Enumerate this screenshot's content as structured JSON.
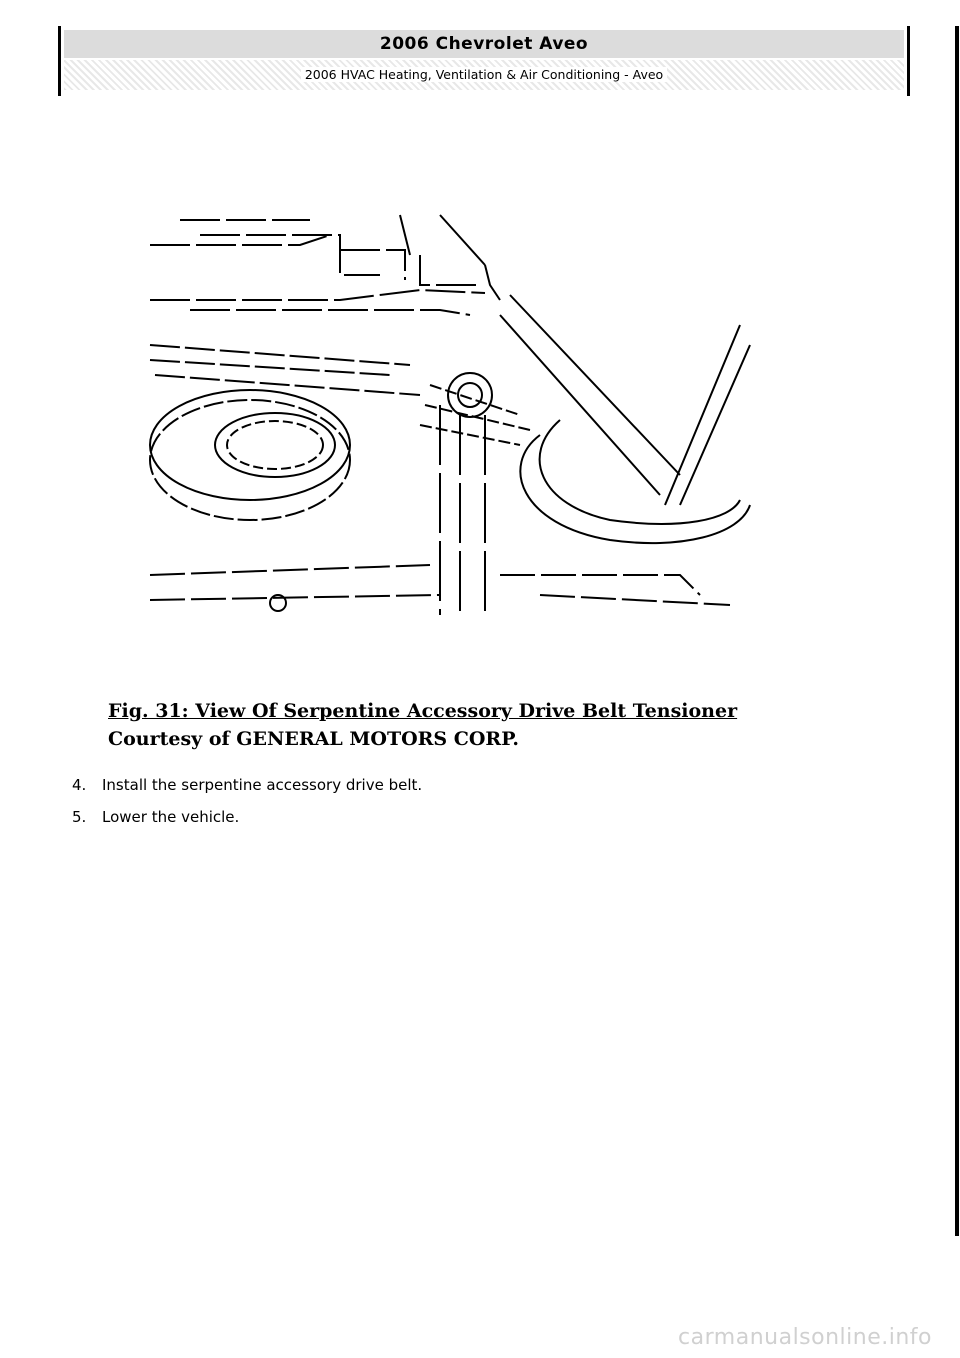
{
  "header": {
    "title": "2006 Chevrolet Aveo",
    "subtitle": "2006 HVAC Heating, Ventilation & Air Conditioning - Aveo"
  },
  "figure": {
    "caption": "Fig. 31: View Of Serpentine Accessory Drive Belt Tensioner",
    "courtesy": "Courtesy of GENERAL MOTORS CORP."
  },
  "steps": [
    {
      "number": "4.",
      "text": "Install the serpentine accessory drive belt."
    },
    {
      "number": "5.",
      "text": "Lower the vehicle."
    }
  ],
  "footer": {
    "watermark": "carmanualsonline.info"
  }
}
